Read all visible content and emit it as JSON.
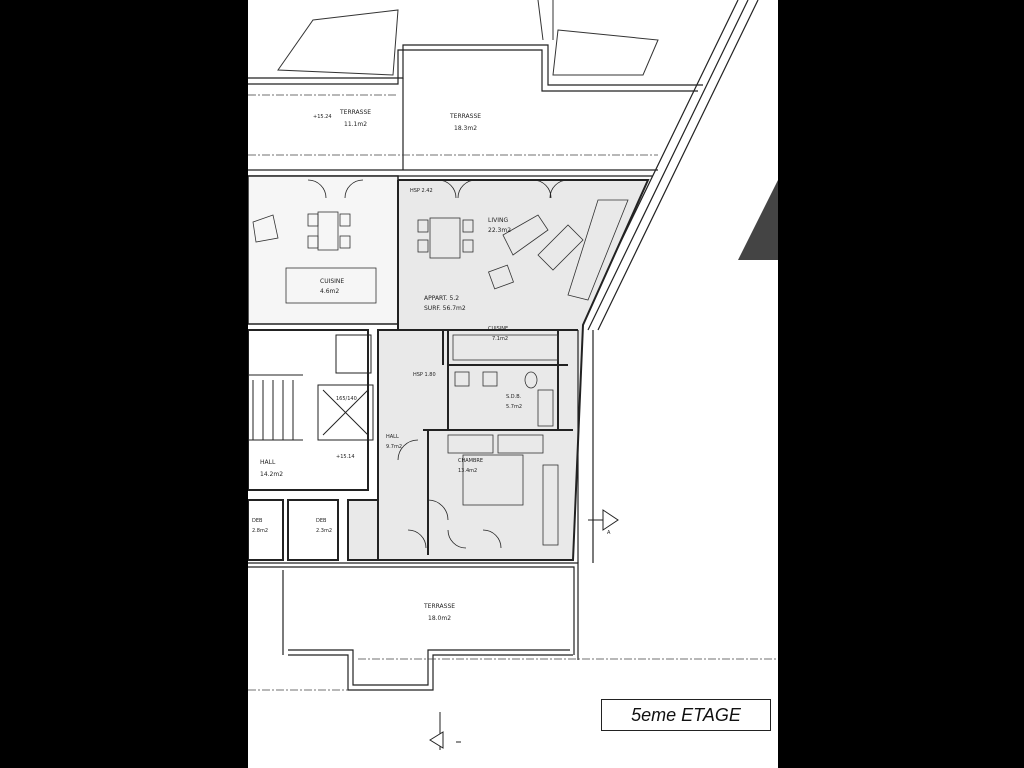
{
  "drawing": {
    "floor_title": "5eme ETAGE",
    "rooms": {
      "terrasse_nw": {
        "name": "TERRASSE",
        "area": "11.1m2"
      },
      "terrasse_n": {
        "name": "TERRASSE",
        "area": "18.3m2"
      },
      "living": {
        "name": "LIVING",
        "area": "22.3m2"
      },
      "appart_tag": "APPART. 5.2",
      "appart_area": "SURF. 56.7m2",
      "hsp_top": "HSP 2.42",
      "cuisine_left": {
        "name": "CUISINE",
        "area": "4.6m2"
      },
      "cuisine_right": {
        "name": "CUISINE",
        "area": "7.1m2"
      },
      "hsp_mid": "HSP 1.80",
      "sdb": {
        "name": "S.D.B.",
        "area": "5.7m2"
      },
      "hall_inner": {
        "name": "HALL",
        "area": "9.7m2"
      },
      "chambre": {
        "name": "CHAMBRE",
        "area": "13.4m2"
      },
      "hall_left": {
        "name": "HALL",
        "area": "14.2m2"
      },
      "ascenseur": "165/140",
      "deb_left": {
        "name": "DEB",
        "area": "2.8m2"
      },
      "deb_right": {
        "name": "DEB",
        "area": "2.3m2"
      },
      "terrasse_s": {
        "name": "TERRASSE",
        "area": "18.0m2"
      }
    },
    "levels": {
      "top": "+15.24",
      "hall": "+15.14"
    },
    "section_marker": "A"
  }
}
